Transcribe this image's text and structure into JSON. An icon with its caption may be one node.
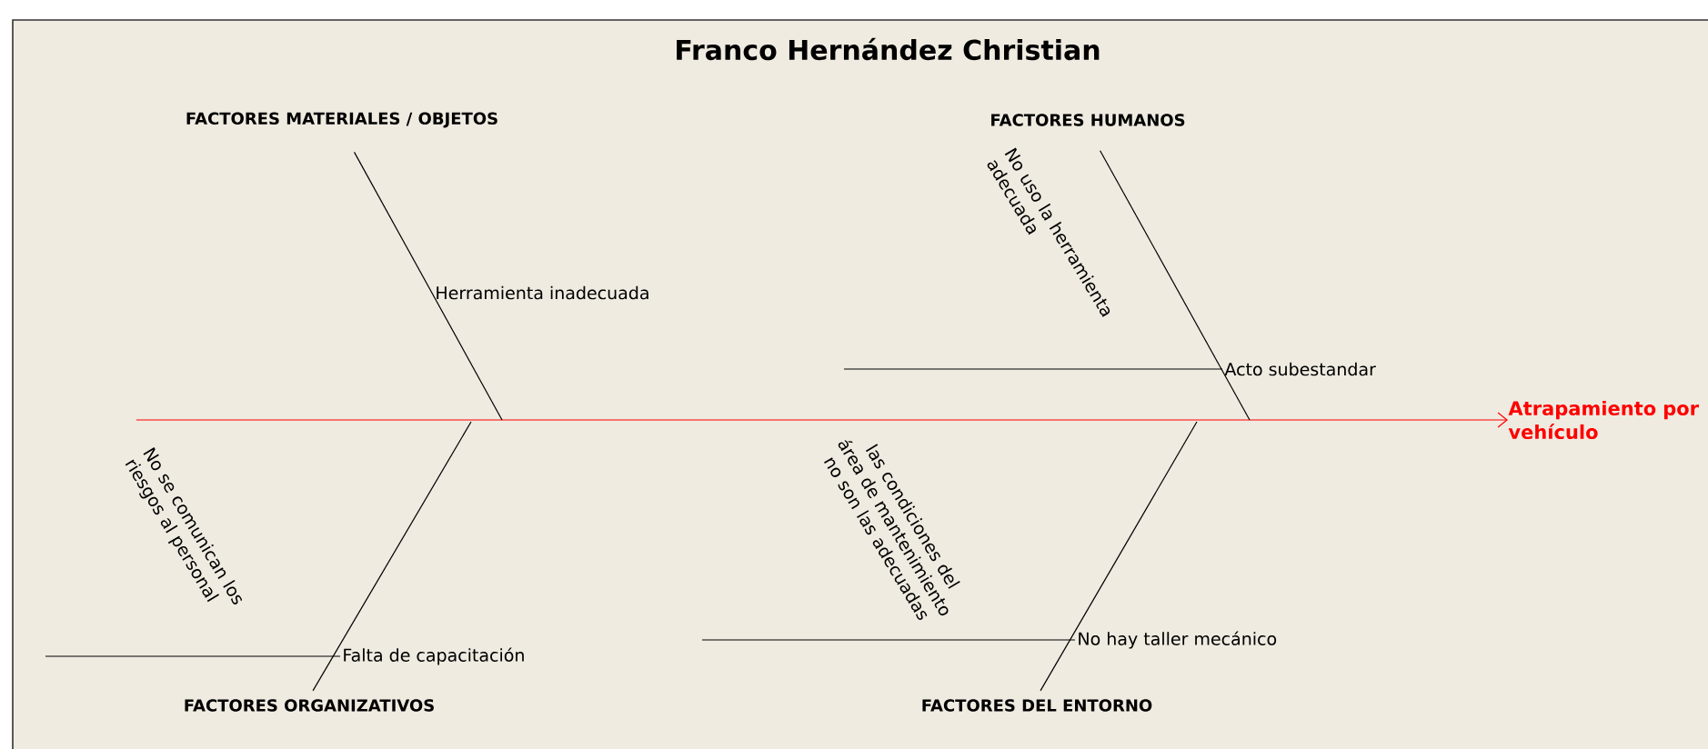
{
  "diagram": {
    "title": "Franco Hernández Christian",
    "nodes": [
      {
        "text": [
          "Atrapamiento por vehículo"
        ]
      },
      {
        "text": [
          "FACTORES MATERIALES / OBJETOS"
        ]
      },
      {
        "text": [
          "FACTORES HUMANOS"
        ]
      },
      {
        "text": [
          "FACTORES ORGANIZATIVOS"
        ]
      },
      {
        "text": [
          "FACTORES DEL ENTORNO"
        ]
      },
      {
        "text": [
          "Herramienta inadecuada"
        ]
      },
      {
        "text": [
          "Acto subestandar"
        ]
      },
      {
        "text": [
          "Falta de capacitación"
        ]
      },
      {
        "text": [
          "No hay taller mecánico"
        ]
      }
    ],
    "edges": [
      {
        "from": null,
        "to": 0,
        "arrow": "to",
        "color": "#ff0000"
      },
      {
        "from": 1,
        "to": null,
        "arrow": "none"
      },
      {
        "from": 2,
        "to": null,
        "arrow": "none"
      },
      {
        "from": 3,
        "to": null,
        "arrow": "none"
      },
      {
        "from": 4,
        "to": null,
        "arrow": "none"
      },
      {
        "from": null,
        "to": 6,
        "arrow": "none"
      },
      {
        "from": null,
        "to": 7,
        "arrow": "none"
      },
      {
        "from": null,
        "to": 8,
        "arrow": "none"
      }
    ],
    "labels": [
      "No uso la herramienta adecuada",
      "No se comunican los riesgos al personal",
      "las condiciones del área de mantenimiento no son las adecuadas"
    ]
  }
}
